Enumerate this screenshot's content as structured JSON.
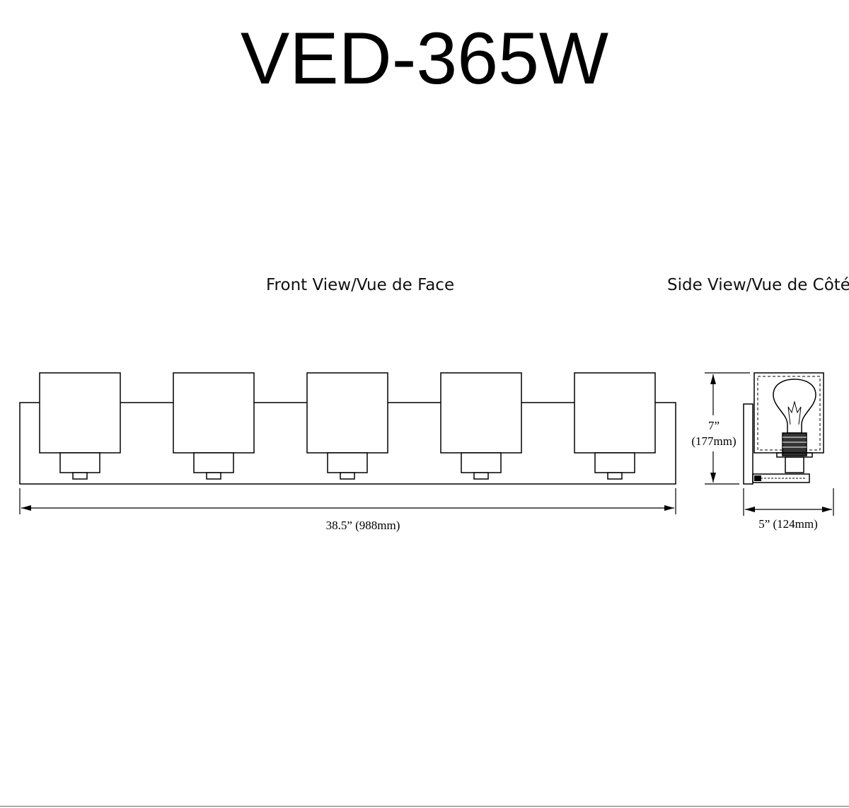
{
  "title": "VED-365W",
  "labels": {
    "front_view": "Front View/Vue de Face",
    "side_view": "Side View/Vue de Côté"
  },
  "dimensions": {
    "width": "38.5” (988mm)",
    "height_in": "7”",
    "height_mm": "(177mm)",
    "depth": "5” (124mm)"
  },
  "fixture": {
    "shade_count": 5
  },
  "colors": {
    "line": "#000000",
    "background": "#ffffff"
  }
}
